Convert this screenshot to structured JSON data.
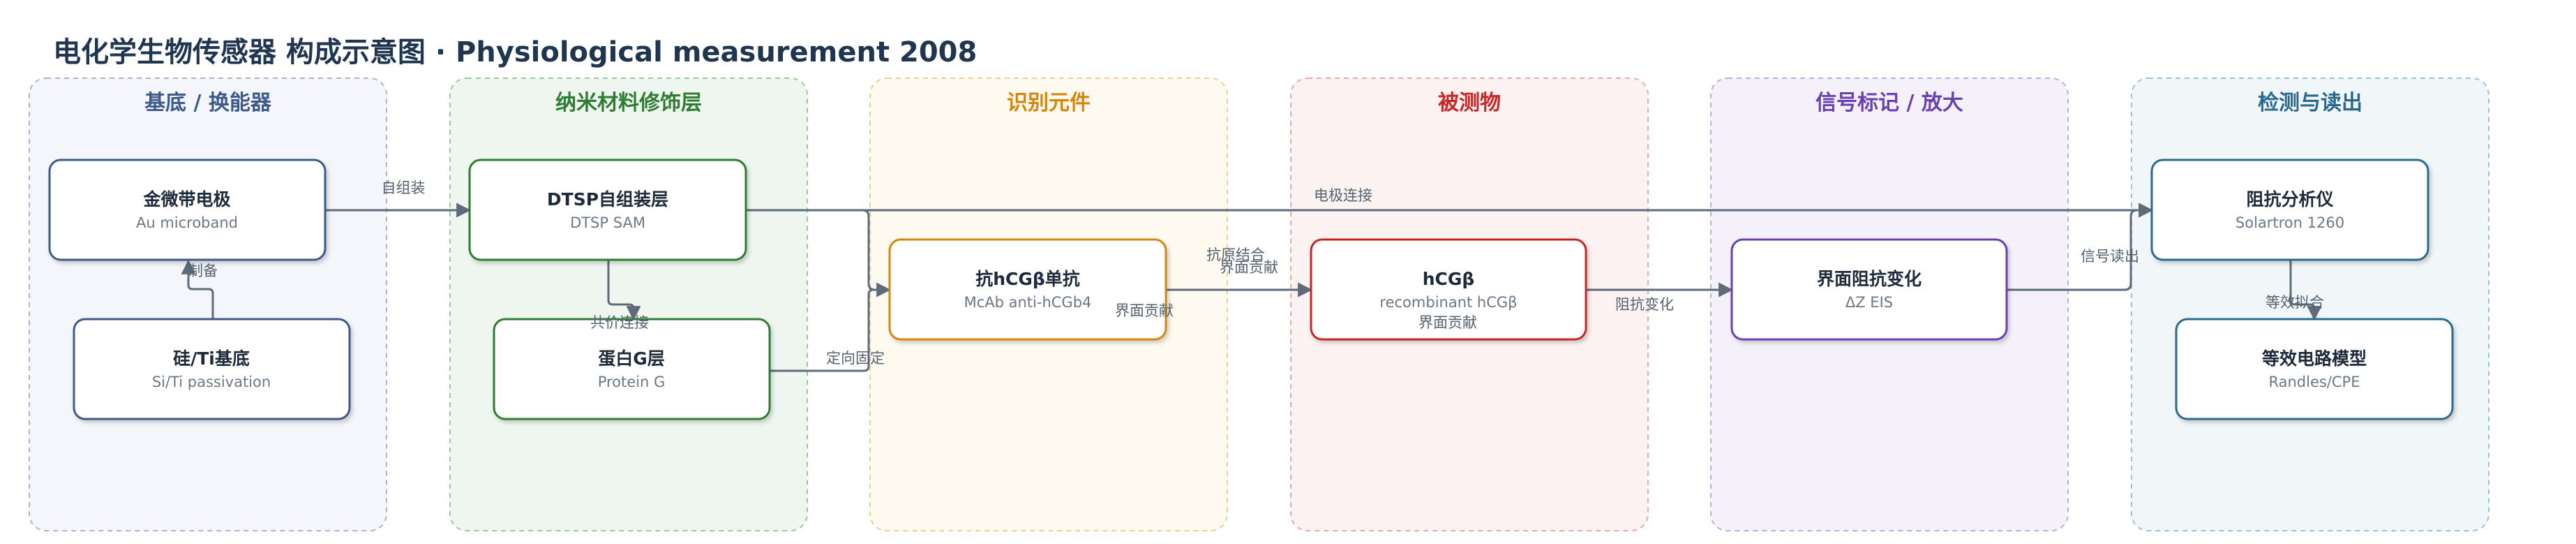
{
  "title": "电化学生物传感器 构成示意图 · Physiological measurement 2008",
  "groups": {
    "substrate": {
      "title": "基底 / 换能器",
      "color": "#3d5a8a"
    },
    "nano": {
      "title": "纳米材料修饰层",
      "color": "#2e7d32"
    },
    "recognition": {
      "title": "识别元件",
      "color": "#d4860b"
    },
    "analyte": {
      "title": "被测物",
      "color": "#c62828"
    },
    "signal": {
      "title": "信号标记 / 放大",
      "color": "#6a3fb0"
    },
    "readout": {
      "title": "检测与读出",
      "color": "#2b6a8f"
    }
  },
  "nodes": {
    "au": {
      "title": "金微带电极",
      "sub": "Au microband"
    },
    "si": {
      "title": "硅/Ti基底",
      "sub": "Si/Ti passivation"
    },
    "dtsp": {
      "title": "DTSP自组装层",
      "sub": "DTSP SAM"
    },
    "proteinG": {
      "title": "蛋白G层",
      "sub": "Protein G"
    },
    "mab": {
      "title": "抗hCGβ单抗",
      "sub": "McAb anti-hCGb4"
    },
    "hcg": {
      "title": "hCGβ",
      "sub": "recombinant hCGβ"
    },
    "impedance": {
      "title": "界面阻抗变化",
      "sub": "ΔZ EIS"
    },
    "analyzer": {
      "title": "阻抗分析仪",
      "sub": "Solartron 1260"
    },
    "circuit": {
      "title": "等效电路模型",
      "sub": "Randles/CPE"
    }
  },
  "edges": {
    "prep": "制备",
    "selfassembly": "自组装",
    "covalent": "共价连接",
    "orient": "定向固定",
    "antigen": "抗原结合",
    "interface1": "界面贡献",
    "interface2": "界面贡献",
    "interface3": "界面贡献",
    "electrode": "电极连接",
    "impchange": "阻抗变化",
    "readout": "信号读出",
    "fit": "等效拟合"
  }
}
